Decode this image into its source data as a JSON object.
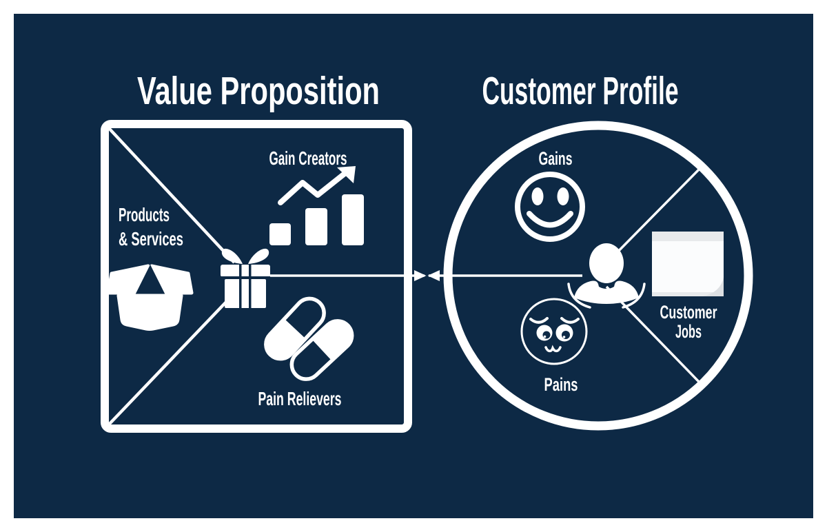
{
  "colors": {
    "background": "#ffffff",
    "panel": "#0d2945",
    "foreground": "#ffffff",
    "note_top": "#e8eaec",
    "note_body": "#fbfcfd",
    "note_fold": "#dde0e3"
  },
  "value_proposition": {
    "title": "Value Proposition",
    "products_label_line1": "Products",
    "products_label_line2": "& Services",
    "gain_creators_label": "Gain Creators",
    "pain_relievers_label": "Pain Relievers",
    "icons": [
      "open-box",
      "gift",
      "growth-chart",
      "pills"
    ]
  },
  "customer_profile": {
    "title": "Customer Profile",
    "gains_label": "Gains",
    "pains_label": "Pains",
    "customer_jobs_label_line1": "Customer",
    "customer_jobs_label_line2": "Jobs",
    "icons": [
      "smiley-face",
      "worried-face",
      "person",
      "sticky-note"
    ]
  },
  "connector": {
    "type": "facing-arrows"
  }
}
